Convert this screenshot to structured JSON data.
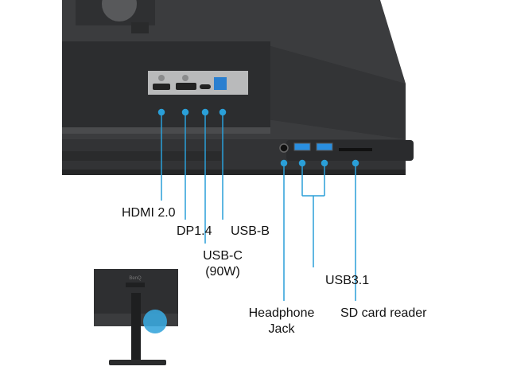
{
  "colors": {
    "accent": "#2a9fd8",
    "body": "#3a3b3d",
    "panel": "#b9babb"
  },
  "labels": {
    "hdmi": "HDMI 2.0",
    "dp": "DP1.4",
    "usbc_line1": "USB-C",
    "usbc_line2": "(90W)",
    "usbb": "USB-B",
    "headphone_line1": "Headphone",
    "headphone_line2": "Jack",
    "usb31": "USB3.1",
    "sd": "SD card reader"
  },
  "thumbnail": {
    "brand_logo": "BenQ"
  }
}
